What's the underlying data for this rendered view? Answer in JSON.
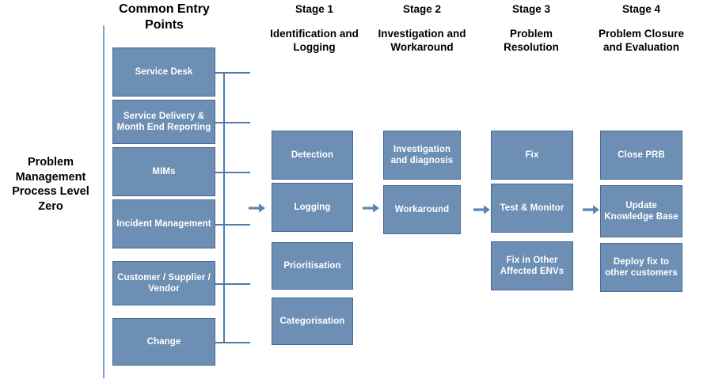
{
  "diagram": {
    "left_label": "Problem Management Process Level Zero",
    "columns": [
      {
        "id": "entry",
        "title": "Common Entry Points",
        "subtitle": "",
        "boxes": [
          {
            "label": "Service Desk"
          },
          {
            "label": "Service Delivery & Month End Reporting"
          },
          {
            "label": "MIMs"
          },
          {
            "label": "Incident Management"
          },
          {
            "label": "Customer / Supplier / Vendor"
          },
          {
            "label": "Change"
          }
        ]
      },
      {
        "id": "stage1",
        "title": "Stage 1",
        "subtitle": "Identification and Logging",
        "boxes": [
          {
            "label": "Detection"
          },
          {
            "label": "Logging"
          },
          {
            "label": "Prioritisation"
          },
          {
            "label": "Categorisation"
          }
        ]
      },
      {
        "id": "stage2",
        "title": "Stage 2",
        "subtitle": "Investigation and Workaround",
        "boxes": [
          {
            "label": "Investigation and diagnosis"
          },
          {
            "label": "Workaround"
          }
        ]
      },
      {
        "id": "stage3",
        "title": "Stage 3",
        "subtitle": "Problem Resolution",
        "boxes": [
          {
            "label": "Fix"
          },
          {
            "label": "Test & Monitor"
          },
          {
            "label": "Fix in Other Affected ENVs"
          }
        ]
      },
      {
        "id": "stage4",
        "title": "Stage 4",
        "subtitle": "Problem Closure and Evaluation",
        "boxes": [
          {
            "label": "Close PRB"
          },
          {
            "label": "Update Knowledge Base"
          },
          {
            "label": "Deploy fix to other customers"
          }
        ]
      }
    ],
    "arrows": [
      {
        "name": "arrow-entry-to-stage1"
      },
      {
        "name": "arrow-stage1-to-stage2"
      },
      {
        "name": "arrow-stage2-to-stage3"
      },
      {
        "name": "arrow-stage3-to-stage4"
      }
    ],
    "colors": {
      "box_fill": "#6d8fb4",
      "box_border": "#41699b",
      "connector": "#4f7cad",
      "divider": "#7fa1c9",
      "text_on_box": "#ffffff",
      "heading_text": "#000000",
      "background": "#ffffff"
    }
  }
}
